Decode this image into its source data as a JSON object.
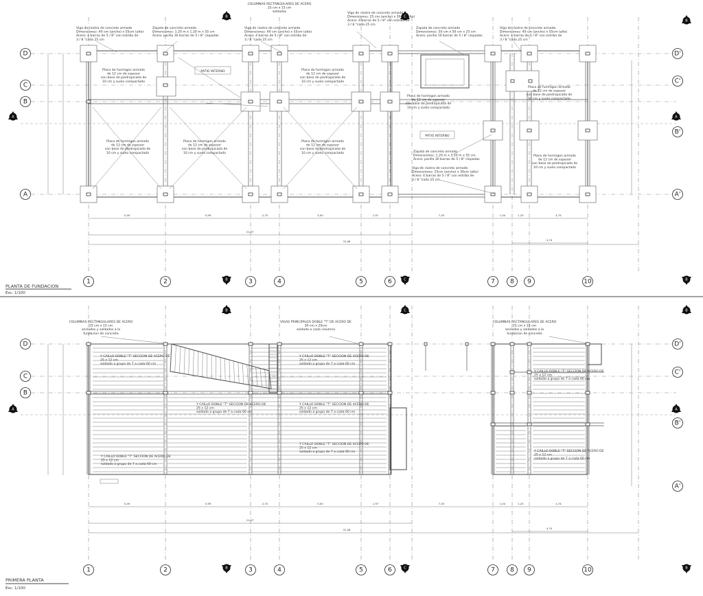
{
  "plans": [
    {
      "title": "PLANTA DE FUNDACION",
      "scale": "Esc: 1/100",
      "grid_x": [
        "1",
        "2",
        "3",
        "4",
        "5",
        "6",
        "7",
        "8",
        "9",
        "10"
      ],
      "grid_y": [
        "D",
        "C",
        "B",
        "A"
      ],
      "grid_y_right": [
        "D'",
        "C'",
        "B'",
        "A'"
      ],
      "patio_labels": [
        "PATIO INTERNO",
        "PATIO INTERNO"
      ],
      "notes": [
        [
          "COLUMNAS RECTANGULARES DE ACERO",
          "25 cm x 15 cm",
          "soldadas"
        ],
        [
          "Viga de riostra de concreto armado",
          "Dimensiones: 40 cm (ancho) x 55cm (alto)",
          "Acero: 4 barras de 5 / 8\" con estribo de",
          "3 / 8 \"cada 25 cm"
        ],
        [
          "Zapata de concreto armado",
          "Dimensiones: 1.20 m x 1.20 m x 55 cm",
          "Acero: parilla 30 barras de 5 / 8\" clopadas"
        ],
        [
          "Viga de riostra de concreto armado",
          "Dimensiones: 40 cm (ancho) x 55cm (alto)",
          "Acero: 4 barras de 5 / 8\" con estribo de",
          "3 / 8 \"cada 25 cm"
        ],
        [
          "Viga de riostra de concreto armado",
          "Dimensiones: 25 cm (ancho) x 30cm (alto)",
          "Acero: 4 barras de 5 / 8\" con estribo de",
          "3 / 8 \"cada 25 cm"
        ],
        [
          "Zapata de concreto armado",
          "Dimensiones: 50 cm x 50 cm x 25 cm",
          "Acero: parilla 10 barras de 5 / 8\" clopadas"
        ],
        [
          "Viga de riostra de concreto armado",
          "Dimensiones: 40 cm (ancho) x 55cm (alto)",
          "Acero: 4 barras de 5 / 8\" con estribo de",
          "3 / 8 \"cada 25 cm"
        ],
        [
          "Placa de hormigon armado",
          "de 12 cm de espesor",
          "con base de piedrapicada de",
          "10 cm y suelo compactado"
        ],
        [
          "Placa de hormigon armado",
          "de 12 cm de espesor",
          "con base de piedrapicada de",
          "10 cm y suelo compactado"
        ],
        [
          "Placa de hormigon armado",
          "de 12 cm de espesor",
          "con base de piedrapicada de",
          "10 cm y suelo compactado"
        ],
        [
          "Placa de hormigon armado",
          "de 12 cm de espesor",
          "con base de piedrapicada de",
          "10 cm y suelo compactado"
        ],
        [
          "Placa de hormigon armado",
          "de 12 cm de espesor",
          "con base de piedrapicada de",
          "10 cm y suelo compactado"
        ],
        [
          "Placa de hormigon armado",
          "de 12 cm de espesor",
          "con base de piedrapicada de",
          "10 cm y suelo compactado"
        ],
        [
          "Placa de hormigon armado",
          "de 12 cm de espesor",
          "con base de piedrapicada de",
          "10 cm y suelo compactado"
        ],
        [
          "Zapata de concreto armado",
          "Dimensiones: 1.20 m x 1.20 m x 55 cm",
          "Acero: parilla 30 barras de 5 / 8\" clopadas"
        ],
        [
          "Viga de riostra de concreto armado",
          "Dimensiones: 25cm (ancho) x 30cm (alto)",
          "Acero: 4 barras de 5 / 8\" con estribo de",
          "3 / 8 \"cada 25 cm"
        ]
      ],
      "dims": [
        "5,49",
        "5,99",
        "2,70",
        "5,00",
        "1,97",
        "7,45",
        "1,04",
        "1,25",
        "4,74"
      ],
      "totals": [
        "21,07",
        "31,08",
        "4,74"
      ]
    },
    {
      "title": "PRIMERA PLANTA",
      "scale": "Esc: 1/100",
      "grid_x": [
        "1",
        "2",
        "3",
        "4",
        "5",
        "6",
        "7",
        "8",
        "9",
        "10"
      ],
      "grid_y": [
        "D",
        "C",
        "B"
      ],
      "grid_y_right": [
        "D'",
        "C'",
        "B'",
        "A'"
      ],
      "notes": [
        [
          "COLUMNAS RECTANGULARES DE ACERO",
          "25 cm x 15 cm",
          "anclados y soldados a la",
          "fundacion de concreto"
        ],
        [
          "VIGAS PRINCIPALES DOBLE \"T\" DE ACERO DE",
          "30 cm x 20cm",
          "soldada a cada columna"
        ],
        [
          "COLUMNAS RECTANGULARES DE ACERO",
          "25 cm x 15 cm",
          "anclados y soldados a la",
          "fundacion de concreto"
        ],
        [
          "Y CAILLO DOBLE \"T\" SECCION DE ACERO DE",
          "25 x 12 cm",
          "soldado a grupo de 7 a cada 60 cm"
        ],
        [
          "Y CAILLO DOBLE \"T\" SECCION DE ACERO DE",
          "25 x 12 cm",
          "soldado a grupo de 7 a cada 60 cm"
        ],
        [
          "Y CAILLO DOBLE \"T\" SECCION DE ACERO DE",
          "25 x 12 cm",
          "soldado a grupo de 7 a cada 60 cm"
        ],
        [
          "Y CAILLO DOBLE \"T\" SECCION DE ACERO DE",
          "25 x 12 cm",
          "soldado a grupo de 7 a cada 60 cm"
        ],
        [
          "Y CAILLO DOBLE \"T\" SECCION DE ACERO DE",
          "25 x 12 cm",
          "soldado a grupo de 7 a cada 60 cm"
        ],
        [
          "Y CAILLO DOBLE \"T\" SECCION DE ACERO DE",
          "25 x 12 cm",
          "soldado a grupo de 7 a cada 60 cm"
        ],
        [
          "Y CAILLO DOBLE \"T\" SECCION DE ACERO DE",
          "25 x 12 cm",
          "soldado a grupo de 7 a cada 60 cm"
        ],
        [
          "Y CAILLO DOBLE \"T\" SECCION DE ACERO DE",
          "25 x 12 cm",
          "soldado a grupo de 7 a cada 60 cm"
        ]
      ],
      "dims": [
        "5,49",
        "5,99",
        "2,70",
        "5,00",
        "1,97",
        "7,45",
        "1,04",
        "1,25",
        "4,74"
      ],
      "totals": [
        "21,07",
        "31,08",
        "4,74"
      ]
    }
  ],
  "section_marks": [
    "A",
    "B",
    "C"
  ]
}
